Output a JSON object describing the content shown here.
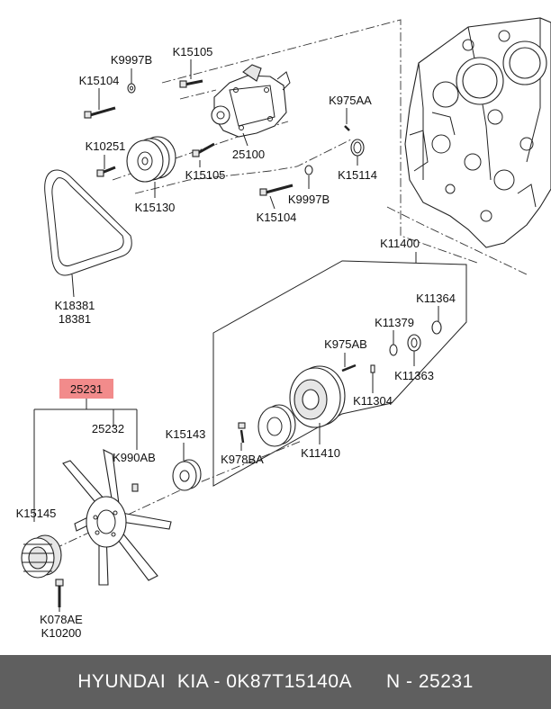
{
  "labels": {
    "k9997b_top": "K9997B",
    "k15105_top": "K15105",
    "k15104_top": "K15104",
    "k975aa": "K975AA",
    "k10251": "K10251",
    "p25100": "25100",
    "k15105_mid": "K15105",
    "k15114": "K15114",
    "k15130": "K15130",
    "k9997b_mid": "K9997B",
    "k15104_mid": "K15104",
    "k11400": "K11400",
    "k18381": "K18381",
    "p18381": "18381",
    "k11364": "K11364",
    "k11379": "K11379",
    "k975ab": "K975AB",
    "k11363": "K11363",
    "k11304": "K11304",
    "p25231": "25231",
    "p25232": "25232",
    "k15143": "K15143",
    "k990ab": "K990AB",
    "k978ba": "K978BA",
    "k11410": "K11410",
    "k15145": "K15145",
    "k078ae": "K078AE",
    "k10200": "K10200"
  },
  "highlight_color": "#f28b8b",
  "footer": {
    "brand": "HYUNDAI  KIA - 0K87T15140A",
    "part": "N - 25231"
  }
}
